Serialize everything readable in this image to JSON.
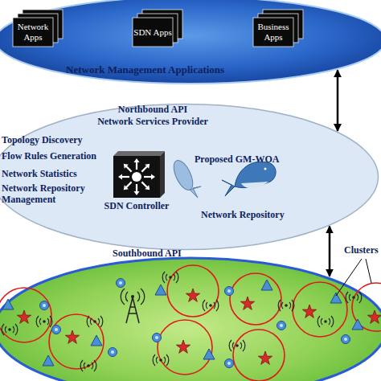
{
  "diagram": {
    "nodes": [
      {
        "text": [
          "Network Management Applications"
        ]
      },
      {
        "text": [
          "Network Apps"
        ],
        "in": 0
      },
      {
        "text": [
          "SDN Apps"
        ],
        "in": 0
      },
      {
        "text": [
          "Business Apps"
        ],
        "in": 0
      },
      {
        "text": [
          "Northbound API",
          "Network Services Provider",
          "Topology Discovery",
          "Flow Rules Generation",
          "Network Statistics",
          "Network Repository Management",
          "Proposed GM-WOA",
          "Network Repository"
        ]
      },
      {
        "text": [
          "SDN Controller"
        ],
        "in": 4
      },
      {
        "text": [
          "Southbound API"
        ]
      }
    ],
    "edges": [
      {
        "from": 0,
        "to": 4,
        "arrow": "both"
      },
      {
        "from": 4,
        "to": 6,
        "arrow": "both"
      }
    ],
    "labels": [
      "Clusters"
    ]
  }
}
